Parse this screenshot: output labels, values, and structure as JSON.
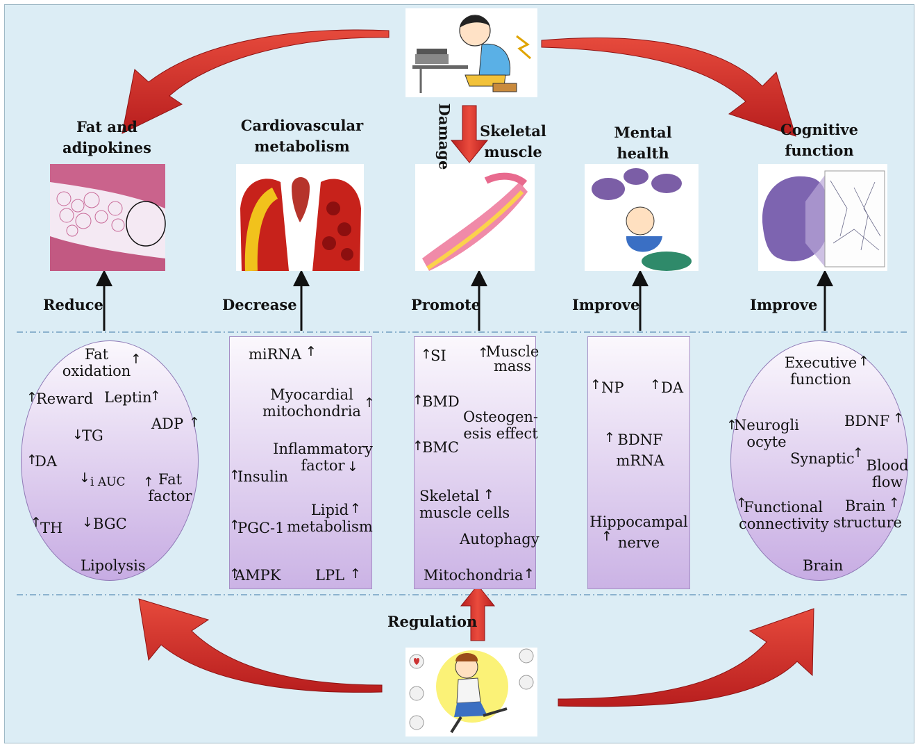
{
  "columns": {
    "fat": {
      "heading": [
        "Fat and",
        "adipokines"
      ],
      "verb": "Reduce",
      "items": {
        "fat_oxidation": [
          "Fat",
          "oxidation"
        ],
        "reward": "Reward",
        "leptin": "Leptin",
        "adp": "ADP",
        "tg": "TG",
        "da": "DA",
        "iauc": "i AUC",
        "fat_factor": [
          "Fat",
          "factor"
        ],
        "th": "TH",
        "bgc": "BGC",
        "lipolysis": "Lipolysis"
      }
    },
    "cardio": {
      "heading": [
        "Cardiovascular",
        "metabolism"
      ],
      "verb": "Decrease",
      "items": {
        "mirna": "miRNA",
        "myocardial": [
          "Myocardial",
          "mitochondria"
        ],
        "inflammatory": [
          "Inflammatory",
          "factor"
        ],
        "insulin": "Insulin",
        "lipid": [
          "Lipid",
          "metabolism"
        ],
        "pgc": "PGC-1",
        "ampk": "AMPK",
        "lpl": "LPL"
      }
    },
    "skeletal": {
      "heading": [
        "Skeletal",
        "muscle"
      ],
      "verb": "Promote",
      "items": {
        "si": "SI",
        "muscle_mass": [
          "Muscle",
          "mass"
        ],
        "bmd": "BMD",
        "osteogenesis": [
          "Osteogen-",
          "esis effect"
        ],
        "bmc": "BMC",
        "muscle_cells": [
          "Skeletal",
          "muscle cells"
        ],
        "autophagy": "Autophagy",
        "mitochondria": "Mitochondria"
      }
    },
    "mental": {
      "heading": [
        "Mental",
        "health"
      ],
      "verb": "Improve",
      "items": {
        "np": "NP",
        "da": "DA",
        "bdnf": [
          "BDNF",
          "mRNA"
        ],
        "hippocampal": [
          "Hippocampal",
          "nerve"
        ]
      }
    },
    "cognitive": {
      "heading": [
        "Cognitive",
        "function"
      ],
      "verb": "Improve",
      "items": {
        "executive": [
          "Executive",
          "function"
        ],
        "neuroglia": [
          "Neurogli",
          "ocyte"
        ],
        "bdnf": "BDNF",
        "synaptic": "Synaptic",
        "blood_flow": [
          "Blood",
          "flow"
        ],
        "functional": [
          "Functional",
          "connectivity"
        ],
        "brain_structure": [
          "Brain",
          "structure"
        ],
        "brain": "Brain"
      }
    }
  },
  "damage_label": "Damage",
  "regulation_label": "Regulation",
  "colors": {
    "background": "#dcedf5",
    "arrow_red": "#d3312a",
    "panel_purple": "#cbb3e5"
  },
  "icons": {
    "top": "sitting-person-back-pain-icon",
    "bottom": "running-child-icon"
  }
}
